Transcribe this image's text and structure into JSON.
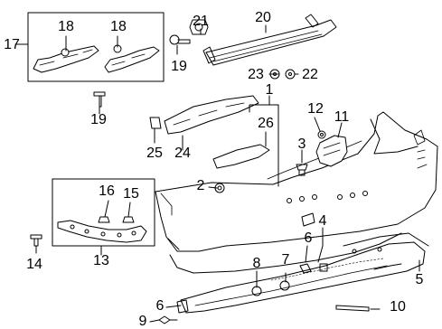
{
  "diagram": {
    "callouts": [
      "1",
      "2",
      "3",
      "4",
      "5",
      "6",
      "6",
      "7",
      "8",
      "9",
      "10",
      "11",
      "12",
      "13",
      "14",
      "15",
      "16",
      "17",
      "18",
      "18",
      "19",
      "19",
      "20",
      "21",
      "22",
      "23",
      "24",
      "25",
      "26"
    ]
  },
  "colors": {
    "line": "#000000",
    "background": "#ffffff"
  }
}
